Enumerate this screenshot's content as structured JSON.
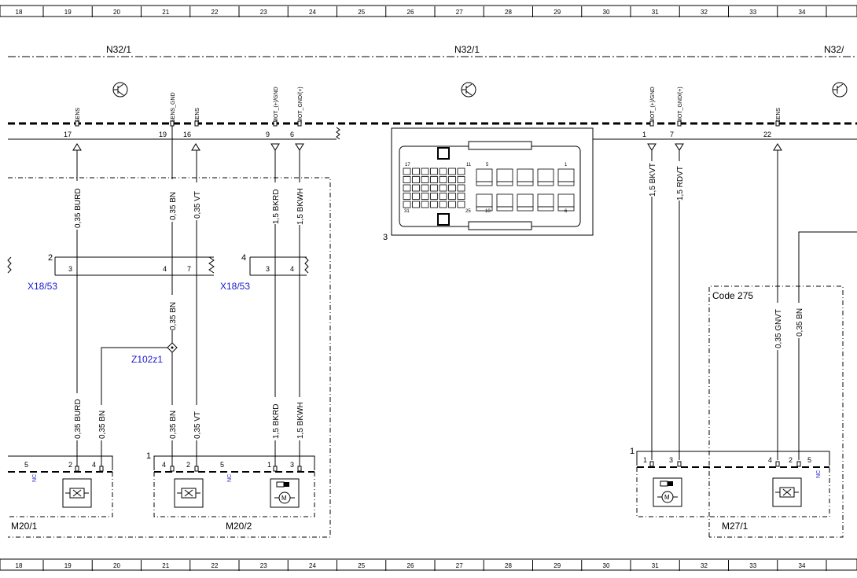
{
  "grid": {
    "columns": [
      "18",
      "19",
      "20",
      "21",
      "22",
      "23",
      "24",
      "25",
      "26",
      "27",
      "28",
      "29",
      "30",
      "31",
      "32",
      "33",
      "34"
    ]
  },
  "components": {
    "n32_left": "N32/1",
    "n32_mid": "N32/1",
    "n32_right": "N32/",
    "m20_1": "M20/1",
    "m20_2": "M20/2",
    "m27_1": "M27/1",
    "x18_left": "X18/53",
    "x18_right": "X18/53",
    "z102": "Z102z1",
    "code": "Code 275",
    "connector_ref": "3",
    "conn2": "2",
    "conn4": "4",
    "m20_2_ref": "1",
    "m27_ref": "1"
  },
  "signals": {
    "sens": "SENS",
    "sens_gnd": "SENS_GND",
    "mot_gnd_plus": "MOT_(+)/GND",
    "mot_gnd": "MOT_GND/(+)"
  },
  "pins": {
    "p17": "17",
    "p19": "19",
    "p16": "16",
    "p9": "9",
    "p6": "6",
    "p1": "1",
    "p7": "7",
    "p22": "22",
    "x3a": "3",
    "x4a": "4",
    "x7": "7",
    "x3b": "3",
    "x4b": "4",
    "m5a": "5",
    "m2a": "2",
    "m4a": "4",
    "m4b": "4",
    "m2b": "2",
    "m5b": "5",
    "m1b": "1",
    "m3b": "3",
    "r1": "1",
    "r3": "3",
    "r4": "4",
    "r2": "2",
    "r5": "5",
    "c17": "17",
    "c11": "11",
    "c5": "5",
    "c1": "1",
    "c31": "31",
    "c25": "25",
    "c10": "10",
    "c6": "6"
  },
  "wires": {
    "w_burd": "0,35 BURD",
    "w_bn": "0,35 BN",
    "w_vt": "0,35 VT",
    "w_bkrd": "1,5 BKRD",
    "w_bkwh": "1,5 BKWH",
    "w_bn_mid": "0,35 BN",
    "w_burd_lo": "0,35 BURD",
    "w_bn_lo": "0,35 BN",
    "w_bn_lo2": "0,35 BN",
    "w_vt_lo": "0,35 VT",
    "w_bkrd_lo": "1,5 BKRD",
    "w_bkwh_lo": "1,5 BKWH",
    "w_bkvt": "1,5 BKVT",
    "w_rdvt": "1,5 RDVT",
    "w_gnvt": "0,35 GNVT",
    "w_bn_right": "0,35 BN"
  },
  "nc": {
    "nc1": "NC",
    "nc2": "NC",
    "nc3": "NC"
  },
  "motor": {
    "m1": "M",
    "m2": "M"
  }
}
